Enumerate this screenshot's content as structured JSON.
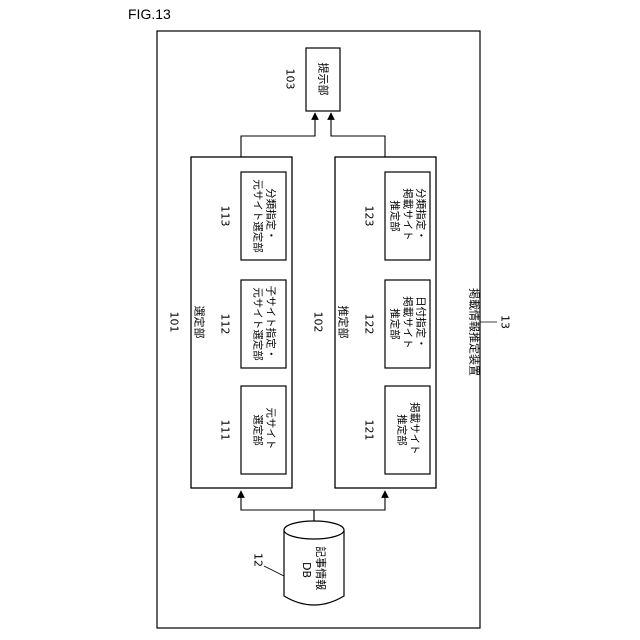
{
  "figure": {
    "label": "FIG.13"
  },
  "device": {
    "number": "13",
    "label": "掲載情報推定装置"
  },
  "presentation_unit": {
    "number": "103",
    "label": "提示部"
  },
  "selection_unit": {
    "number": "101",
    "label": "選定部",
    "blocks": [
      {
        "number": "113",
        "lines": [
          "分類指定・",
          "元サイト選定部"
        ]
      },
      {
        "number": "112",
        "lines": [
          "子サイト指定・",
          "元サイト選定部"
        ]
      },
      {
        "number": "111",
        "lines": [
          "元サイト",
          "選定部"
        ]
      }
    ]
  },
  "estimation_unit": {
    "number": "102",
    "label": "推定部",
    "blocks": [
      {
        "number": "123",
        "lines": [
          "分類指定・",
          "掲載サイト",
          "推定部"
        ]
      },
      {
        "number": "122",
        "lines": [
          "日付指定・",
          "掲載サイト",
          "推定部"
        ]
      },
      {
        "number": "121",
        "lines": [
          "掲載サイト",
          "推定部"
        ]
      }
    ]
  },
  "database": {
    "number": "12",
    "lines": [
      "記事情報",
      "DB"
    ]
  }
}
